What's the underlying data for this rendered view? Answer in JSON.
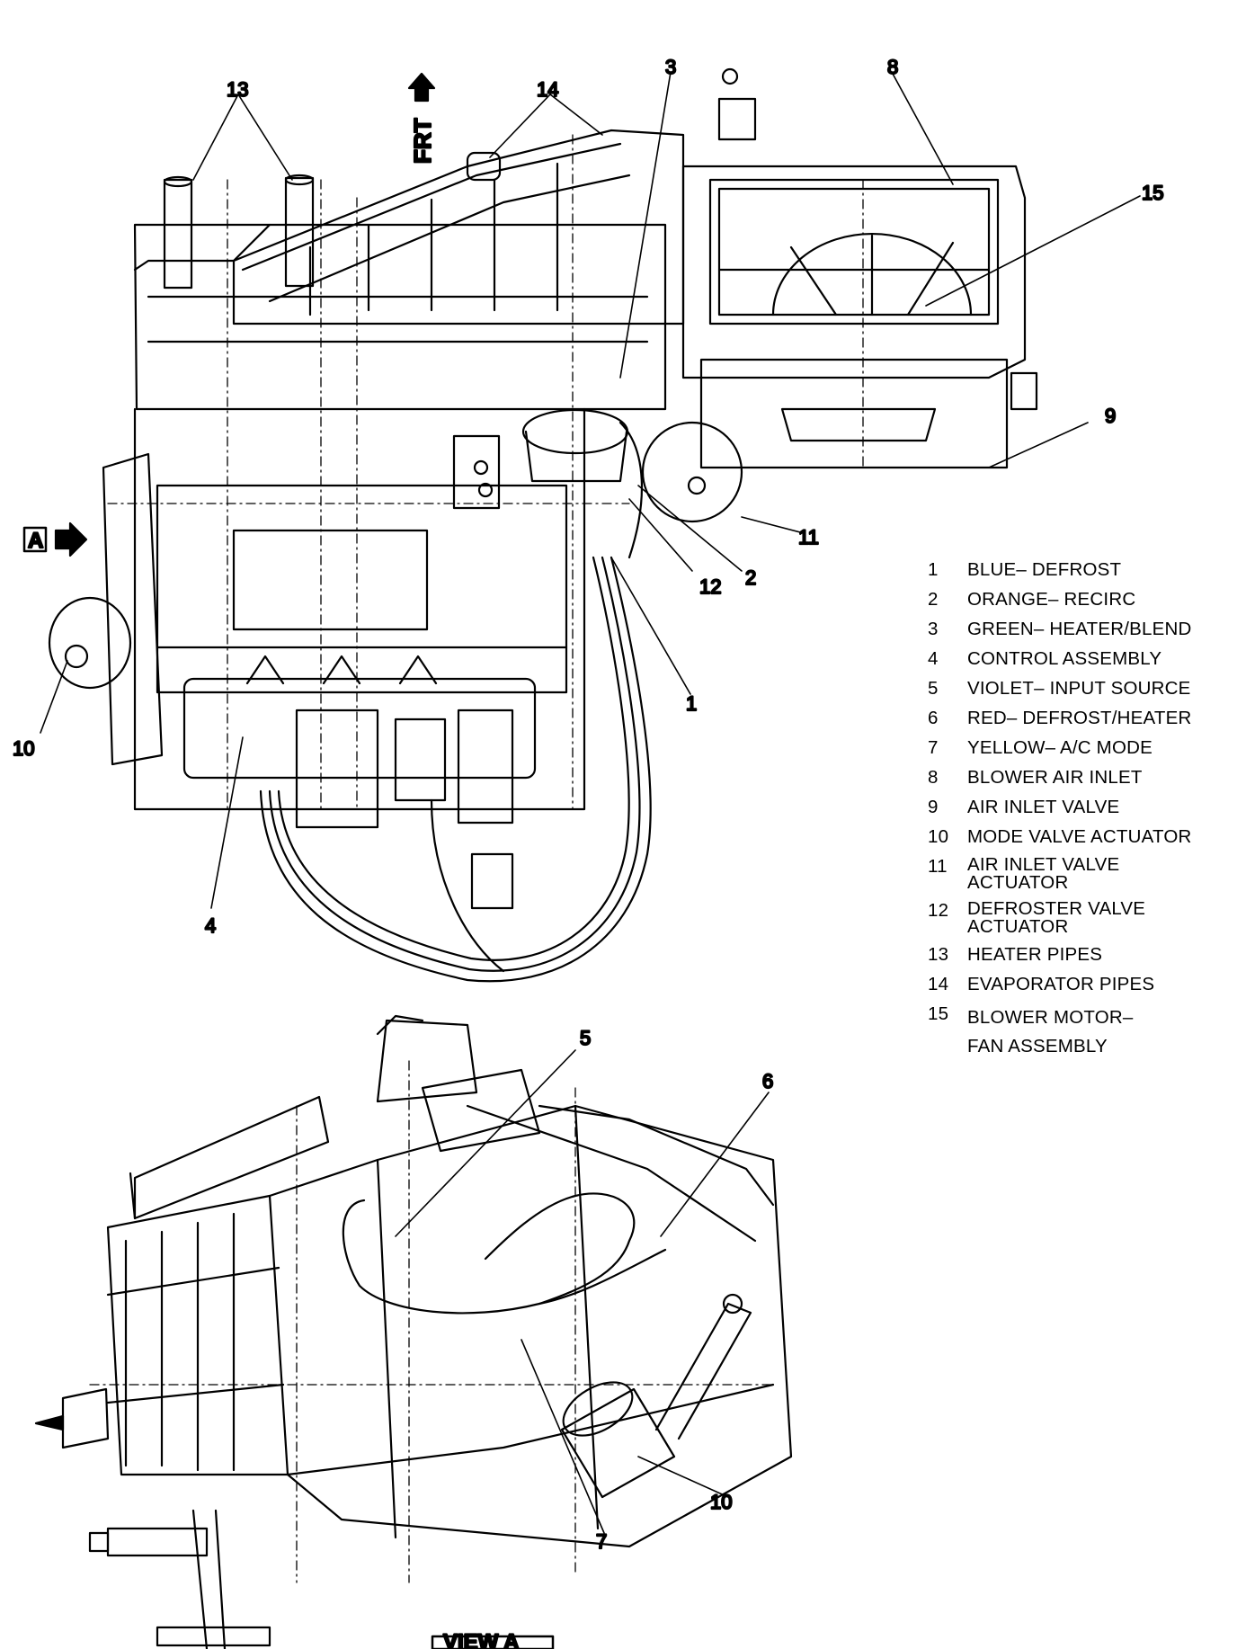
{
  "direction_label": "FRT",
  "view_a_tag": "A",
  "view_a_title": "VIEW A",
  "callouts_top": [
    "13",
    "14",
    "3",
    "8",
    "15",
    "9",
    "11",
    "2",
    "12",
    "1",
    "10",
    "4"
  ],
  "callouts_bottom": [
    "5",
    "6",
    "10",
    "7"
  ],
  "legend": [
    {
      "num": "1",
      "text": "BLUE– DEFROST"
    },
    {
      "num": "2",
      "text": "ORANGE– RECIRC"
    },
    {
      "num": "3",
      "text": "GREEN– HEATER/BLEND"
    },
    {
      "num": "4",
      "text": "CONTROL ASSEMBLY"
    },
    {
      "num": "5",
      "text": "VIOLET– INPUT SOURCE"
    },
    {
      "num": "6",
      "text": "RED– DEFROST/HEATER"
    },
    {
      "num": "7",
      "text": "YELLOW– A/C MODE"
    },
    {
      "num": "8",
      "text": "BLOWER AIR INLET"
    },
    {
      "num": "9",
      "text": "AIR INLET VALVE"
    },
    {
      "num": "10",
      "text": "MODE VALVE ACTUATOR"
    },
    {
      "num": "11",
      "text": "AIR INLET VALVE\nACTUATOR"
    },
    {
      "num": "12",
      "text": "DEFROSTER VALVE\nACTUATOR"
    },
    {
      "num": "13",
      "text": "HEATER PIPES"
    },
    {
      "num": "14",
      "text": "EVAPORATOR PIPES"
    },
    {
      "num": "15",
      "text": "BLOWER MOTOR–\nFAN ASSEMBLY"
    }
  ]
}
